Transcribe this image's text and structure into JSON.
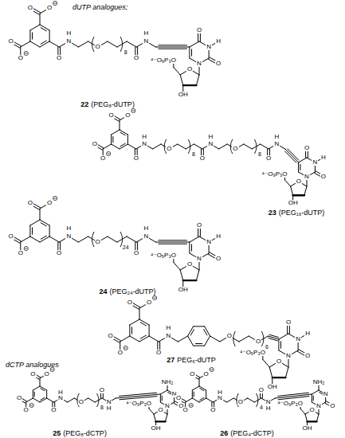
{
  "diagram": {
    "labels": [
      "dUTP analogues;",
      "O",
      "O",
      "O",
      "O",
      "O",
      "N",
      "H",
      "O",
      "8",
      "O",
      "N",
      "H",
      "O",
      "N",
      "H",
      "O",
      "N",
      "O",
      "⁴⁻O₉P₃O",
      "OH",
      "22",
      "(PEG₈-dUTP)",
      "O",
      "O",
      "O",
      "O",
      "O",
      "N",
      "H",
      "O",
      "8",
      "O",
      "N",
      "H",
      "O",
      "8",
      "O",
      "N",
      "H",
      "O",
      "N",
      "H",
      "O",
      "N",
      "O",
      "⁴⁻O₉P₃O",
      "OH",
      "23",
      "(PEG₁₆-dUTP)",
      "O",
      "O",
      "O",
      "O",
      "O",
      "N",
      "H",
      "O",
      "24",
      "O",
      "N",
      "H",
      "O",
      "N",
      "H",
      "O",
      "N",
      "O",
      "⁴⁻O₉P₃O",
      "OH",
      "24",
      "(PEG₂₄-dUTP)",
      "O",
      "O",
      "O",
      "O",
      "O",
      "N",
      "H",
      "O",
      "O",
      "6",
      "O",
      "N",
      "H",
      "O",
      "N",
      "O",
      "⁴⁻O₉P₃O",
      "OH",
      "27",
      "PEG₆-dUTP",
      "dCTP analogues",
      "O",
      "O",
      "O",
      "O",
      "O",
      "N",
      "H",
      "O",
      "8",
      "O",
      "N",
      "H",
      "NH₂",
      "N",
      "O",
      "N",
      "O",
      "⁴⁻O₉P₃O",
      "OH",
      "25",
      "(PEG₈-dCTP)",
      "O",
      "O",
      "O",
      "O",
      "O",
      "N",
      "H",
      "O",
      "4",
      "O",
      "N",
      "H",
      "NH₂",
      "N",
      "O",
      "N",
      "O",
      "⁴⁻O₉P₃O",
      "OH",
      "26",
      "(PEG₄-dCTP)"
    ]
  }
}
